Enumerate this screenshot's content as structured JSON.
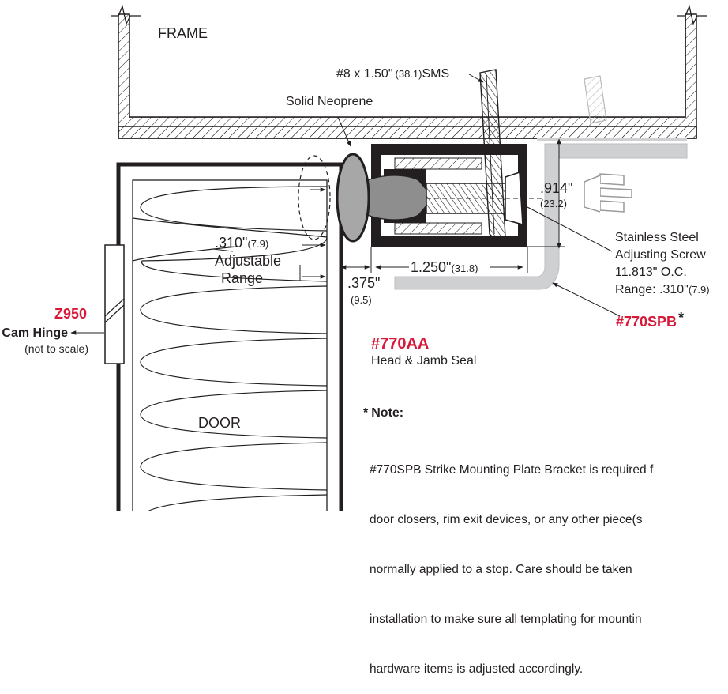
{
  "labels": {
    "frame": "FRAME",
    "door": "DOOR",
    "solid_neoprene": "Solid Neoprene",
    "screw_spec_main": "#8 x 1.50\"",
    "screw_spec_metric": "(38.1)",
    "screw_spec_suffix": "SMS",
    "dim_914": ".914\"",
    "dim_914_metric": "(23.2)",
    "dim_310": ".310\"",
    "dim_310_metric": "(7.9)",
    "adjustable": "Adjustable",
    "range": "Range",
    "dim_1250": "1.250\"",
    "dim_1250_metric": "(31.8)",
    "dim_375": ".375\"",
    "dim_375_metric": "(9.5)",
    "screw_line1": "Stainless Steel",
    "screw_line2": "Adjusting Screw",
    "screw_line3": "11.813\" O.C.",
    "screw_line4_main": "Range: .310\"",
    "screw_line4_metric": "(7.9)",
    "spb_label": "#770SPB",
    "spb_asterisk": "*",
    "aa_label": "#770AA",
    "aa_sub": "Head & Jamb Seal",
    "hinge_model": "Z950",
    "hinge_name": "Cam Hinge",
    "hinge_note": "(not to scale)"
  },
  "note": {
    "marker": "*",
    "heading": "Note:",
    "lines": [
      "#770SPB Strike Mounting Plate Bracket is required f",
      "door closers, rim exit devices, or any other piece(s",
      "normally applied to a stop. Care should be taken",
      "installation to make sure all templating for mountin",
      "hardware items is adjusted accordingly."
    ]
  },
  "colors": {
    "accent_red": "#d7193a",
    "ink": "#231f20",
    "bracket_gray": "#cfd0d2",
    "seal_gray": "#9a9a9a"
  }
}
